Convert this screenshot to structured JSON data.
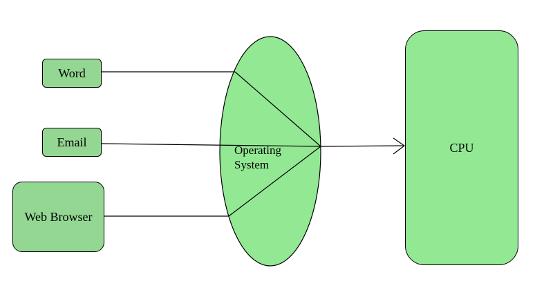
{
  "colors": {
    "os_fill": "#93e893",
    "cpu_fill": "#93e893",
    "app_fill": "#93d793",
    "stroke": "#000000"
  },
  "applications": {
    "word_label": "Word",
    "email_label": "Email",
    "browser_label": "Web Browser"
  },
  "os": {
    "label": "Operating\nSystem"
  },
  "cpu": {
    "label": "CPU"
  }
}
